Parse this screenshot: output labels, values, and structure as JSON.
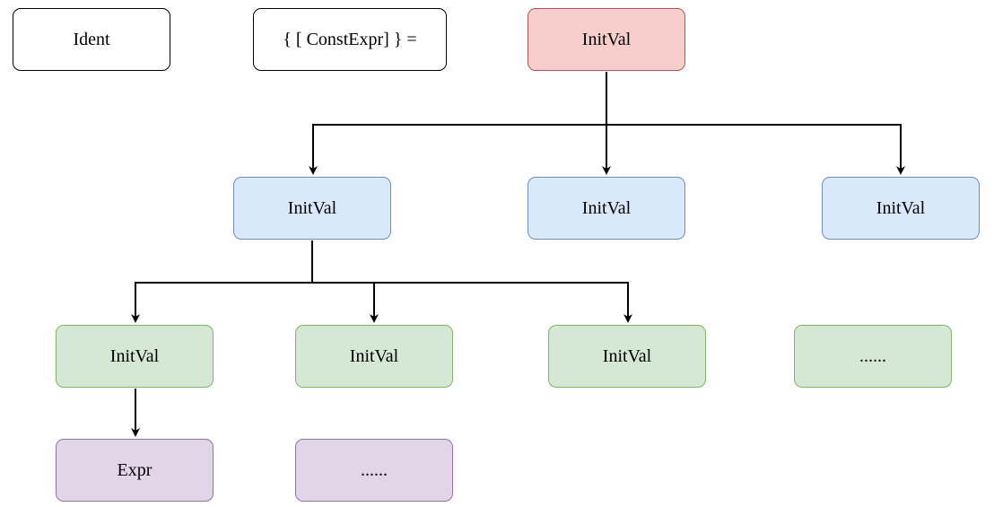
{
  "nodes": {
    "ident": "Ident",
    "decl": "{ [ ConstExpr] } =",
    "root": "InitVal",
    "level1": [
      "InitVal",
      "InitVal",
      "InitVal"
    ],
    "level2": [
      "InitVal",
      "InitVal",
      "InitVal",
      "......"
    ],
    "level3": [
      "Expr",
      "......"
    ]
  },
  "colors": {
    "root_fill": "#f8cecc",
    "root_stroke": "#b85450",
    "level1_fill": "#dae8fc",
    "level1_stroke": "#6c8ebf",
    "level2_fill": "#d5e8d4",
    "level2_stroke": "#82b366",
    "level3_fill": "#e1d5e7",
    "level3_stroke": "#9673a6",
    "edge": "#000000"
  }
}
